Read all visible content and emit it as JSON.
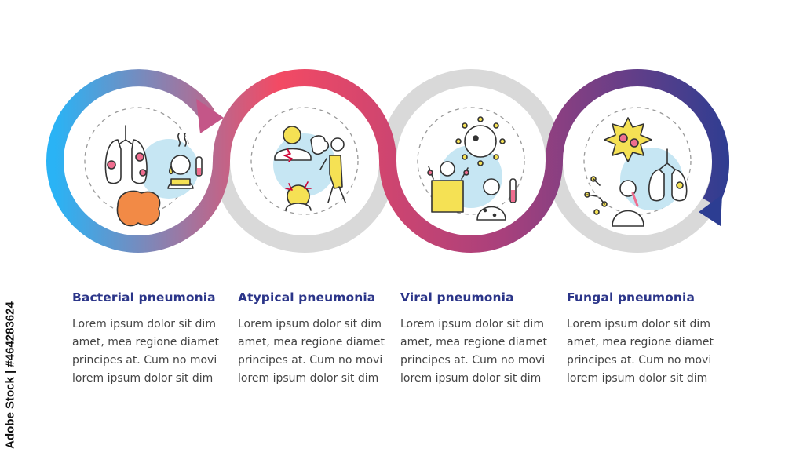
{
  "watermark": "Adobe Stock | #464283624",
  "colors": {
    "heading": "#2b3589",
    "body": "#444444",
    "ring_gray": "#d9d9d9",
    "gradient": [
      "#2ab3f5",
      "#f34a64",
      "#8e3b8c",
      "#2c3d92"
    ],
    "icon_blue": "#c6e6f3",
    "icon_yellow": "#f5e154",
    "icon_orange": "#f28a46",
    "icon_pink": "#ef6d8f"
  },
  "steps": [
    {
      "title": "Bacterial pneumonia",
      "text": "Lorem ipsum dolor sit dim\namet, mea regione diamet\nprincipes at. Cum no movi\nlorem ipsum dolor sit dim",
      "icon": "bacterial-lungs-icon"
    },
    {
      "title": "Atypical pneumonia",
      "text": "Lorem ipsum dolor sit dim\namet, mea regione diamet\nprincipes at. Cum no movi\nlorem ipsum dolor sit dim",
      "icon": "coughing-person-icon"
    },
    {
      "title": "Viral pneumonia",
      "text": "Lorem ipsum dolor sit dim\namet, mea regione diamet\nprincipes at. Cum no movi\nlorem ipsum dolor sit dim",
      "icon": "virus-icon"
    },
    {
      "title": "Fungal pneumonia",
      "text": "Lorem ipsum dolor sit dim\namet, mea regione diamet\nprincipes at. Cum no movi\nlorem ipsum dolor sit dim",
      "icon": "fungus-lungs-icon"
    }
  ]
}
